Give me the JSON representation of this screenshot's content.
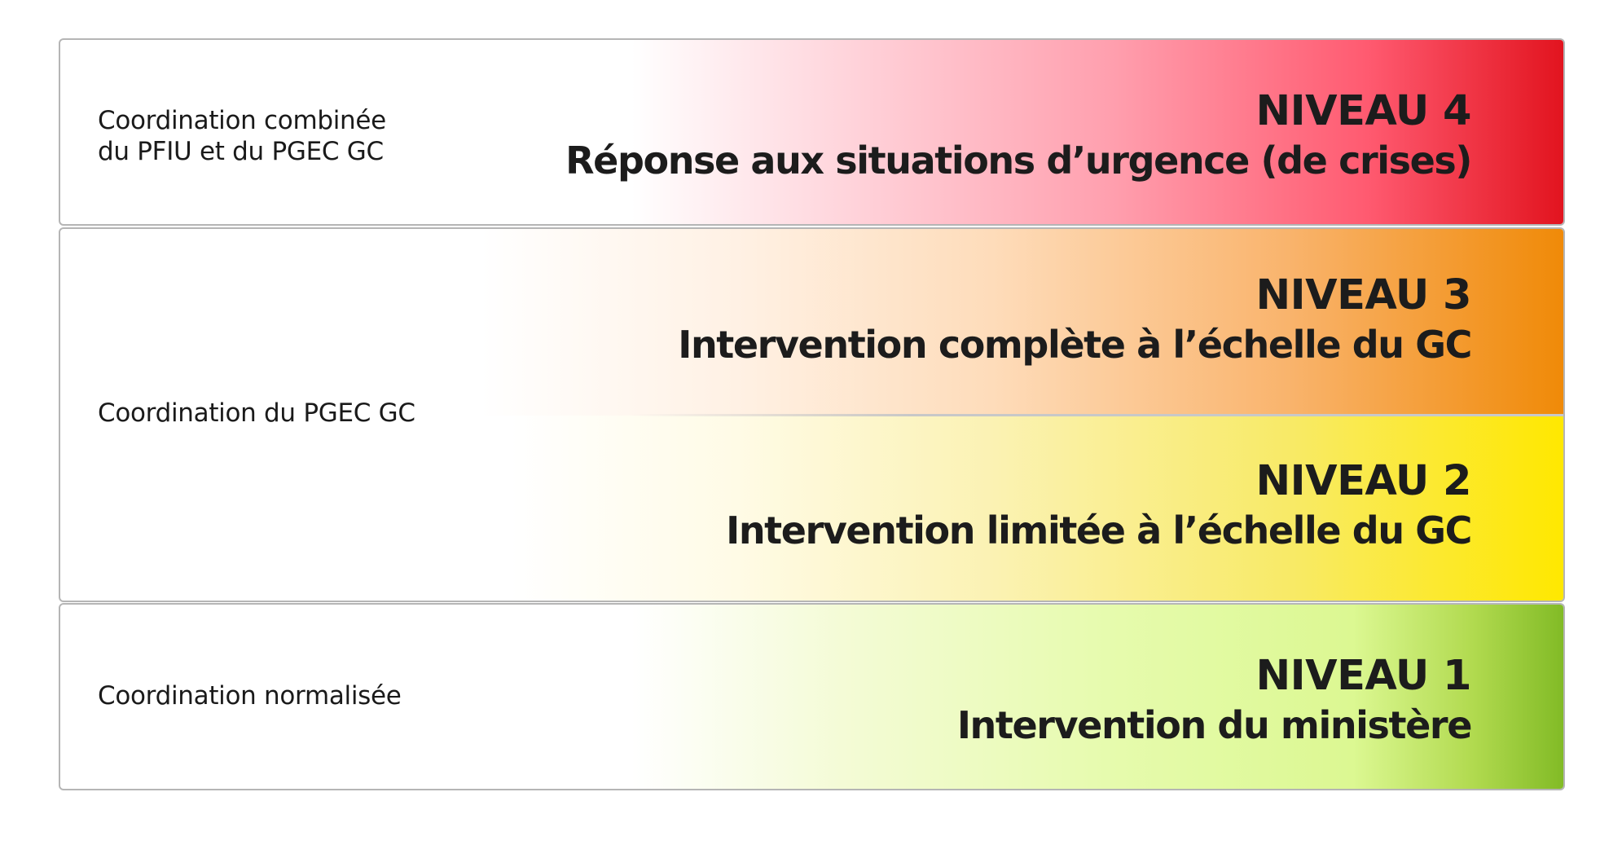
{
  "levels": [
    {
      "number_label": "NIVEAU 4",
      "description": "Réponse aux situations d’urgence (de crises)",
      "color": "#e2141f"
    },
    {
      "number_label": "NIVEAU 3",
      "description": "Intervention complète à l’échelle du GC",
      "color": "#f08a08"
    },
    {
      "number_label": "NIVEAU 2",
      "description": "Intervention limitée à l’échelle du GC",
      "color": "#ffe800"
    },
    {
      "number_label": "NIVEAU 1",
      "description": "Intervention du ministère",
      "color": "#82bb26"
    }
  ],
  "coordination": {
    "level4": [
      "Coordination combinée",
      "du PFIU et du PGEC GC"
    ],
    "levels3_2": "Coordination du PGEC GC",
    "level1": "Coordination normalisée"
  }
}
